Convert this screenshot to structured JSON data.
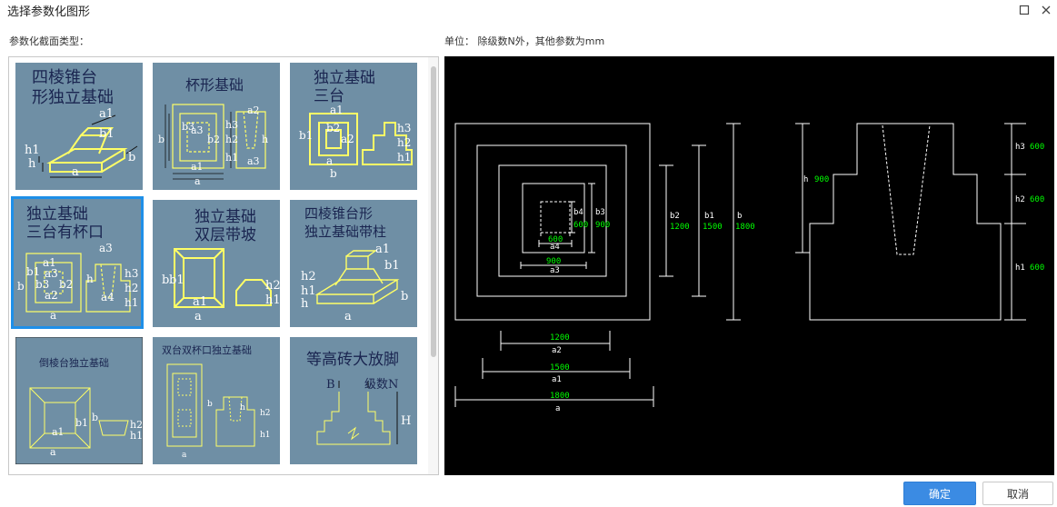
{
  "window": {
    "title": "选择参数化图形"
  },
  "labels": {
    "section_type": "参数化截面类型：",
    "units": "单位： 除级数N外，其他参数为mm"
  },
  "thumbnails": [
    {
      "title": "四棱锥台形独立基础",
      "line1": "四棱锥台",
      "line2": "形独立基础",
      "dims": [
        "a1",
        "b1",
        "h1",
        "h",
        "a",
        "b"
      ]
    },
    {
      "title": "杯形基础",
      "line1": "杯形基础",
      "dims": [
        "a2",
        "b3",
        "a3",
        "b2",
        "h3",
        "h2",
        "h1",
        "a1",
        "a",
        "b",
        "h",
        "a3"
      ]
    },
    {
      "title": "独立基础三台",
      "line1": "独立基础",
      "line2": "三台",
      "dims": [
        "a1",
        "b2",
        "a2",
        "b1",
        "a",
        "b",
        "h3",
        "h2",
        "h1"
      ]
    },
    {
      "title": "独立基础三台有杯口",
      "line1": "独立基础",
      "line2": "三台有杯口",
      "dims": [
        "a3",
        "a1",
        "b1",
        "a3",
        "b3",
        "b2",
        "a2",
        "a",
        "h",
        "a4",
        "h3",
        "h2",
        "h1",
        "b"
      ]
    },
    {
      "title": "独立基础双层带坡",
      "line1": "独立基础",
      "line2": "双层带坡",
      "dims": [
        "b",
        "b1",
        "a1",
        "a",
        "h2",
        "h1"
      ]
    },
    {
      "title": "四棱锥台形独立基础带柱",
      "line1": "四棱锥台形",
      "line2": "独立基础带柱",
      "dims": [
        "a1",
        "b1",
        "h2",
        "h1",
        "h",
        "a",
        "b"
      ]
    },
    {
      "title": "倒棱台独立基础",
      "line1": "倒棱台独立基础",
      "dims": [
        "b1",
        "a1",
        "a",
        "b",
        "h2",
        "h1"
      ]
    },
    {
      "title": "双台双杯口独立基础",
      "line1": "双台双杯口独立基础",
      "dims": [
        "a",
        "b",
        "h",
        "h1",
        "h2"
      ]
    },
    {
      "title": "等高砖大放脚",
      "line1": "等高砖大放脚",
      "dims": [
        "B",
        "级数N",
        "H"
      ]
    }
  ],
  "preview": {
    "plan_dims": {
      "a4": {
        "label": "a4",
        "value": "600"
      },
      "b4": {
        "label": "b4",
        "value": "600"
      },
      "a3": {
        "label": "a3",
        "value": "900"
      },
      "b3": {
        "label": "b3",
        "value": "900"
      },
      "a2": {
        "label": "a2",
        "value": "1200"
      },
      "b2": {
        "label": "b2",
        "value": "1200"
      },
      "a1": {
        "label": "a1",
        "value": "1500"
      },
      "b1": {
        "label": "b1",
        "value": "1500"
      },
      "a": {
        "label": "a",
        "value": "1800"
      },
      "b": {
        "label": "b",
        "value": "1800"
      }
    },
    "section_dims": {
      "h": {
        "label": "h",
        "value": "900"
      },
      "h3": {
        "label": "h3",
        "value": "600"
      },
      "h2": {
        "label": "h2",
        "value": "600"
      },
      "h1": {
        "label": "h1",
        "value": "600"
      }
    }
  },
  "buttons": {
    "ok": "确定",
    "cancel": "取消"
  },
  "colors": {
    "accent": "#3b8be3",
    "selection": "#1e8fe8",
    "thumb_bg": "#6f8fa5",
    "thumb_line": "#ffff66",
    "dim_text": "#00ff00"
  }
}
